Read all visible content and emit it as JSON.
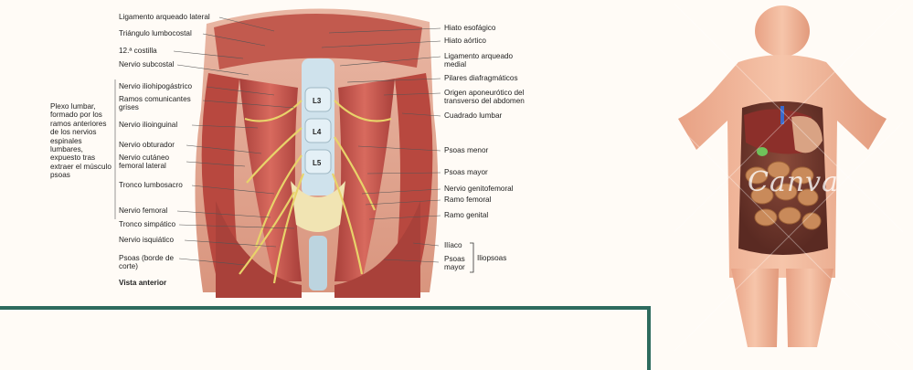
{
  "anatomy_figure": {
    "left_labels": [
      "Ligamento arqueado lateral",
      "Triángulo lumbocostal",
      "12.ª costilla",
      "Nervio subcostal",
      "Nervio iliohipogástrico",
      "Ramos comunicantes grises",
      "Nervio ilioinguinal",
      "Nervio obturador",
      "Nervio cutáneo femoral lateral",
      "Tronco lumbosacro",
      "Nervio femoral",
      "Tronco simpático",
      "Nervio isquiático",
      "Psoas (borde de corte)"
    ],
    "plexus_note": "Plexo lumbar, formado por los ramos anteriores de los nervios espinales lumbares, expuesto tras extraer el músculo psoas",
    "view_caption": "Vista anterior",
    "right_labels": [
      "Hiato esofágico",
      "Hiato aórtico",
      "Ligamento arqueado medial",
      "Pilares diafragmáticos",
      "Origen aponeurótico del transverso del abdomen",
      "Cuadrado lumbar",
      "Psoas menor",
      "Psoas mayor",
      "Nervio genitofemoral",
      "Ramo femoral",
      "Ramo genital",
      "Ilíaco",
      "Psoas mayor"
    ],
    "bracket_label": "Iliopsoas",
    "vertebra_labels": [
      "L3",
      "L4",
      "L5"
    ]
  },
  "body_model": {
    "watermark": "Canva"
  },
  "colors": {
    "frame": "#2e6b5e",
    "muscle": "#c9574f",
    "skin": "#efb597",
    "bone": "#cfe2ec",
    "nerve": "#e8d36a"
  }
}
